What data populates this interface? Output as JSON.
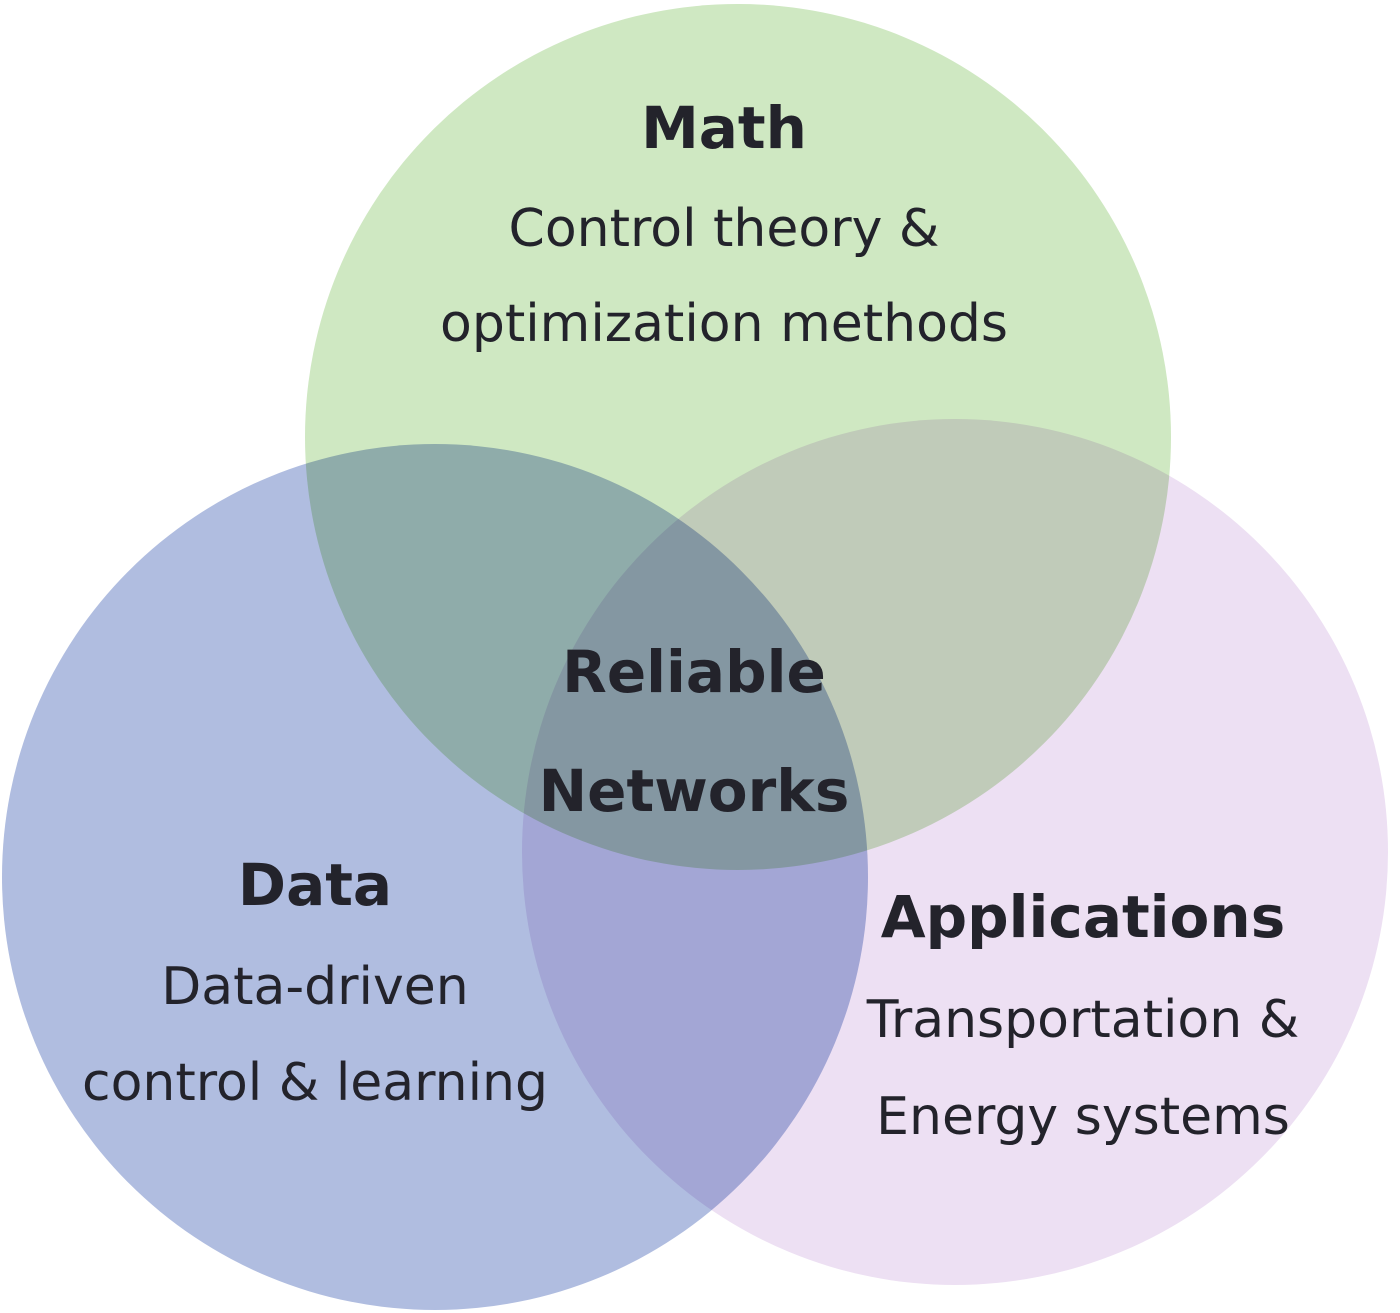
{
  "colors": {
    "math": "#cfe8c2",
    "data": "#b0bde0",
    "applications": "#ede0f3",
    "text": "#23232b"
  },
  "sets": {
    "math": {
      "title": "Math",
      "line1": "Control theory &",
      "line2": "optimization methods"
    },
    "data": {
      "title": "Data",
      "line1": "Data-driven",
      "line2": "control & learning"
    },
    "applications": {
      "title": "Applications",
      "line1": "Transportation &",
      "line2": "Energy systems"
    }
  },
  "center": {
    "line1": "Reliable",
    "line2": "Networks"
  }
}
